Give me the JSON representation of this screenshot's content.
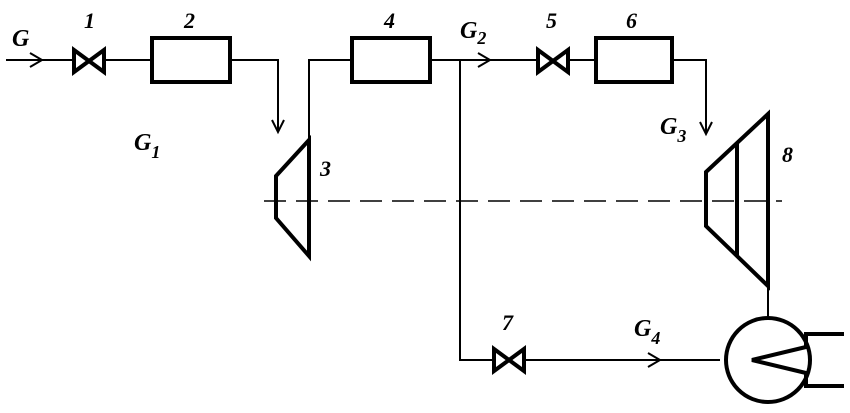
{
  "diagram": {
    "flows": {
      "g": {
        "main": "G",
        "sub": ""
      },
      "g1": {
        "main": "G",
        "sub": "1"
      },
      "g2": {
        "main": "G",
        "sub": "2"
      },
      "g3": {
        "main": "G",
        "sub": "3"
      },
      "g4": {
        "main": "G",
        "sub": "4"
      }
    },
    "components": {
      "valve_1": "1",
      "box_2": "2",
      "compressor_3": "3",
      "box_4": "4",
      "valve_5": "5",
      "box_6": "6",
      "valve_7": "7",
      "turbine_8": "8"
    }
  }
}
